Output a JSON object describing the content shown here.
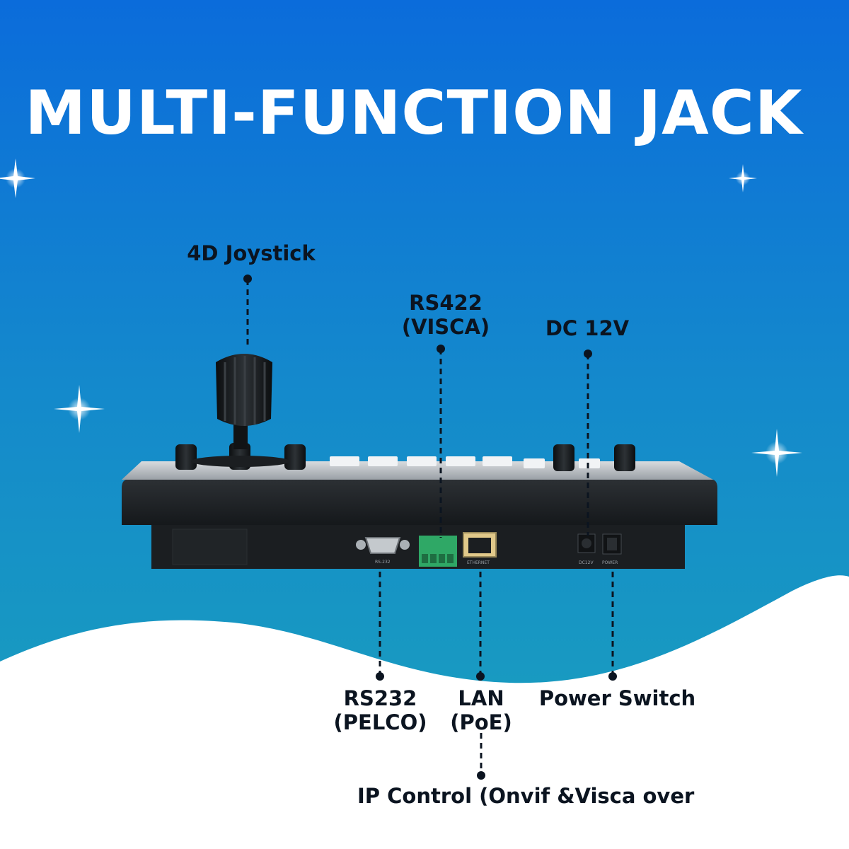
{
  "title": "MULTI-FUNCTION JACK",
  "labels": {
    "joystick": "4D Joystick",
    "rs422_line1": "RS422",
    "rs422_line2": "(VISCA)",
    "dc": "DC 12V",
    "rs232_line1": "RS232",
    "rs232_line2": "(PELCO)",
    "lan_line1": "LAN",
    "lan_line2": "(PoE)",
    "power": "Power Switch",
    "ip_control": "IP Control (Onvif &Visca over"
  },
  "colors": {
    "bg_top": "#0d6fd8",
    "bg_bottom": "#1ba0bd",
    "text_dark": "#0b1420",
    "text_light": "#ffffff",
    "device_body": "#1e2124"
  },
  "icons": [
    "sparkle-star-icon",
    "sparkle-star-icon",
    "sparkle-star-icon",
    "sparkle-star-icon"
  ]
}
